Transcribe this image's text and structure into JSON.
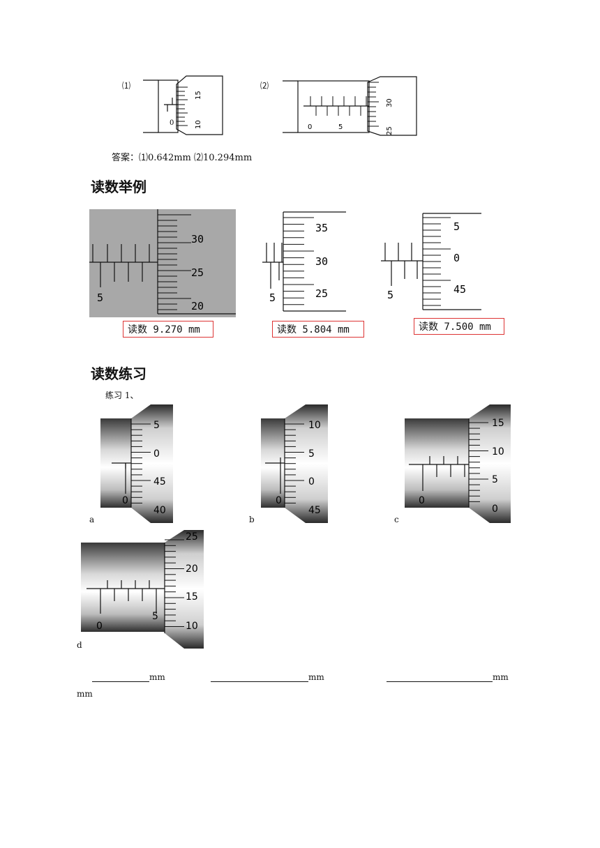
{
  "top": {
    "label1": "⑴",
    "label2": "⑵",
    "fig1": {
      "main": [
        "0"
      ],
      "thimble": [
        "15",
        "10"
      ]
    },
    "fig2": {
      "main": [
        "0",
        "5"
      ],
      "thimble": [
        "30",
        "25"
      ]
    },
    "answer": "答案：⑴0.642mm ⑵10.294mm"
  },
  "examples": {
    "heading": "读数举例",
    "items": [
      {
        "main": "5",
        "thimble": [
          "30",
          "25",
          "20"
        ],
        "reading": "读数 9.270 mm"
      },
      {
        "main": "5",
        "thimble": [
          "35",
          "30",
          "25"
        ],
        "reading": "读数 5.804 mm"
      },
      {
        "main": "5",
        "thimble": [
          "5",
          "0",
          "45"
        ],
        "reading": "读数 7.500 mm"
      }
    ]
  },
  "practice": {
    "heading": "读数练习",
    "sub": "练习 1、",
    "items": [
      {
        "letter": "a",
        "main": [
          "0"
        ],
        "thimble": [
          "5",
          "0",
          "45",
          "40"
        ]
      },
      {
        "letter": "b",
        "main": [
          "0"
        ],
        "thimble": [
          "10",
          "5",
          "0",
          "45"
        ]
      },
      {
        "letter": "c",
        "main": [
          "0"
        ],
        "thimble": [
          "15",
          "10",
          "5",
          "0"
        ]
      },
      {
        "letter": "d",
        "main": [
          "0",
          "5"
        ],
        "thimble": [
          "25",
          "20",
          "15",
          "10"
        ]
      }
    ],
    "unit": "mm",
    "unit_wrap": "mm"
  }
}
